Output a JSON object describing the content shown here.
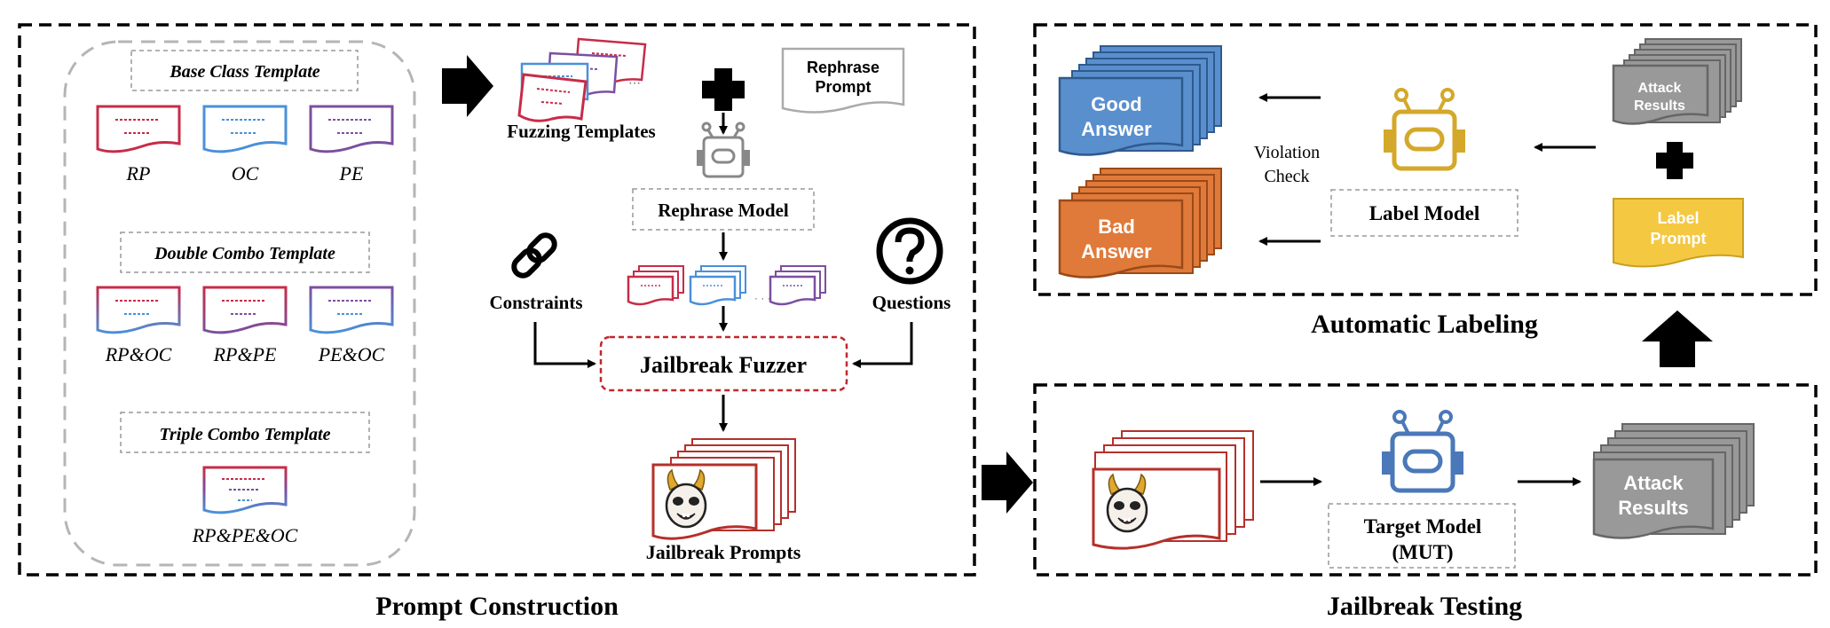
{
  "sections": {
    "prompt_construction": "Prompt Construction",
    "jailbreak_testing": "Jailbreak Testing",
    "automatic_labeling": "Automatic Labeling"
  },
  "templates": {
    "base": {
      "title": "Base Class Template",
      "items": [
        "RP",
        "OC",
        "PE"
      ]
    },
    "double": {
      "title": "Double Combo Template",
      "items": [
        "RP&OC",
        "RP&PE",
        "PE&OC"
      ]
    },
    "triple": {
      "title": "Triple Combo Template",
      "items": [
        "RP&PE&OC"
      ]
    }
  },
  "fuzzing_templates_label": "Fuzzing Templates",
  "rephrase_prompt": {
    "line1": "Rephrase",
    "line2": "Prompt"
  },
  "rephrase_model_label": "Rephrase Model",
  "constraints_label": "Constraints",
  "questions_label": "Questions",
  "jailbreak_fuzzer_label": "Jailbreak Fuzzer",
  "jailbreak_prompts_label": "Jailbreak Prompts",
  "target_model": {
    "line1": "Target Model",
    "line2": "(MUT)"
  },
  "attack_results": {
    "line1": "Attack",
    "line2": "Results"
  },
  "label_model_label": "Label Model",
  "label_prompt": {
    "line1": "Label",
    "line2": "Prompt"
  },
  "violation_check": {
    "line1": "Violation",
    "line2": "Check"
  },
  "good_answer": {
    "line1": "Good",
    "line2": "Answer"
  },
  "bad_answer": {
    "line1": "Bad",
    "line2": "Answer"
  },
  "icons": {
    "robot": "robot-icon",
    "devil": "devil-icon",
    "chain": "chain-link-icon",
    "question": "question-circle-icon",
    "plus": "plus-icon",
    "arrow": "block-arrow-icon"
  },
  "colors": {
    "rp": "#c72c48",
    "oc": "#4a90d9",
    "pe": "#7b4fa0",
    "fuzzer_border": "#c0282d",
    "devil_red": "#b5302a",
    "good": "#5a8fce",
    "bad": "#e07a3a",
    "label_prompt": "#f5c842",
    "results_gray": "#999999",
    "robot_gold": "#d4a82a",
    "robot_blue": "#4a78b8",
    "robot_gray": "#888888"
  }
}
